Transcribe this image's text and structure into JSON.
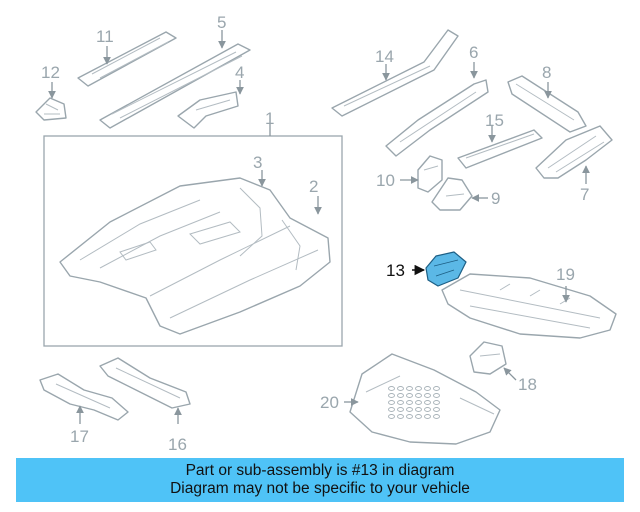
{
  "colors": {
    "highlight": "#5bb8e6",
    "footer_background": "#4fc3f7",
    "outline": "#9aa6ad"
  },
  "diagram": {
    "highlighted_callout": "13",
    "callouts": {
      "c1": "1",
      "c2": "2",
      "c3": "3",
      "c4": "4",
      "c5": "5",
      "c6": "6",
      "c7": "7",
      "c8": "8",
      "c9": "9",
      "c10": "10",
      "c11": "11",
      "c12": "12",
      "c13": "13",
      "c14": "14",
      "c15": "15",
      "c16": "16",
      "c17": "17",
      "c18": "18",
      "c19": "19",
      "c20": "20"
    }
  },
  "footer": {
    "line1": "Part or sub-assembly is #13 in diagram",
    "line2": "Diagram may not be specific to your vehicle"
  }
}
